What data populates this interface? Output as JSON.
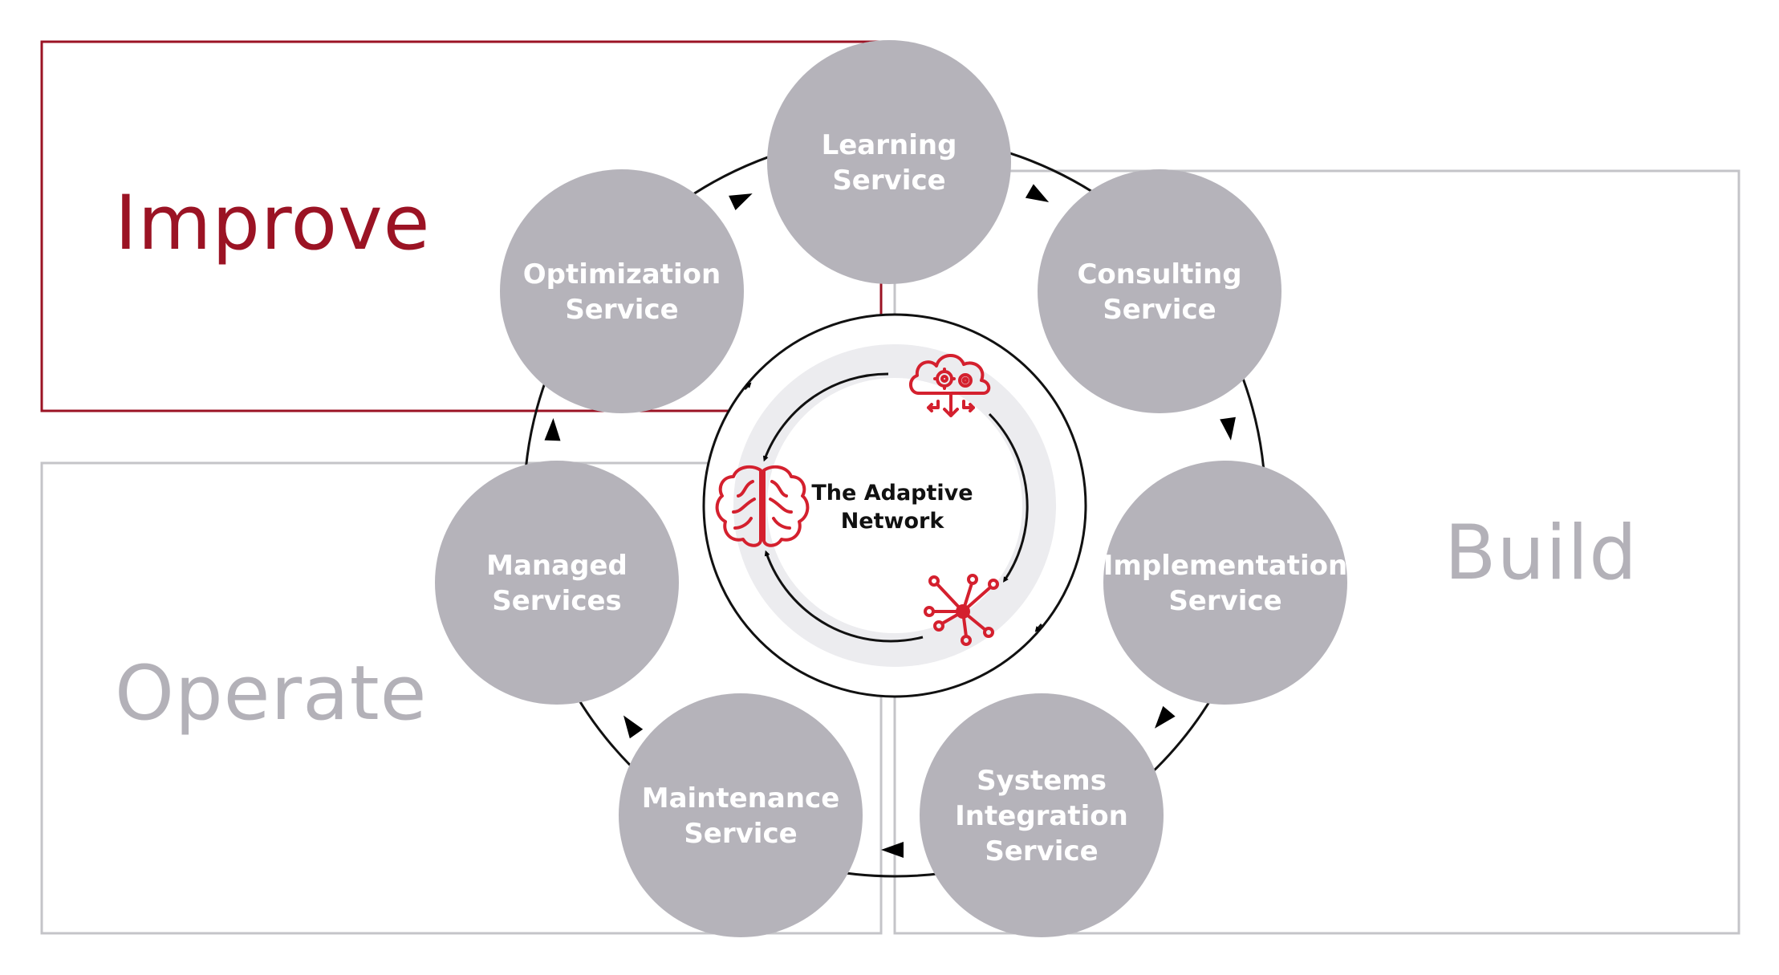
{
  "phases": {
    "improve": "Improve",
    "build": "Build",
    "operate": "Operate"
  },
  "services": [
    {
      "id": "learning",
      "lines": [
        "Learning",
        "Service"
      ]
    },
    {
      "id": "consulting",
      "lines": [
        "Consulting",
        "Service"
      ]
    },
    {
      "id": "implementation",
      "lines": [
        "Implementation",
        "Service"
      ]
    },
    {
      "id": "systems-integration",
      "lines": [
        "Systems",
        "Integration",
        "Service"
      ]
    },
    {
      "id": "maintenance",
      "lines": [
        "Maintenance",
        "Service"
      ]
    },
    {
      "id": "managed",
      "lines": [
        "Managed",
        "Services"
      ]
    },
    {
      "id": "optimization",
      "lines": [
        "Optimization",
        "Service"
      ]
    }
  ],
  "center": {
    "line1": "The Adaptive",
    "line2": "Network",
    "icons": [
      "brain-icon",
      "cloud-gears-icon",
      "network-nodes-icon"
    ]
  },
  "colors": {
    "accent_red": "#9b1324",
    "icon_red": "#d4202e",
    "circle_gray": "#b5b3ba",
    "phase_gray": "#b3b1b8",
    "box_gray": "#c4c4c8",
    "ring_light": "#ececef"
  }
}
